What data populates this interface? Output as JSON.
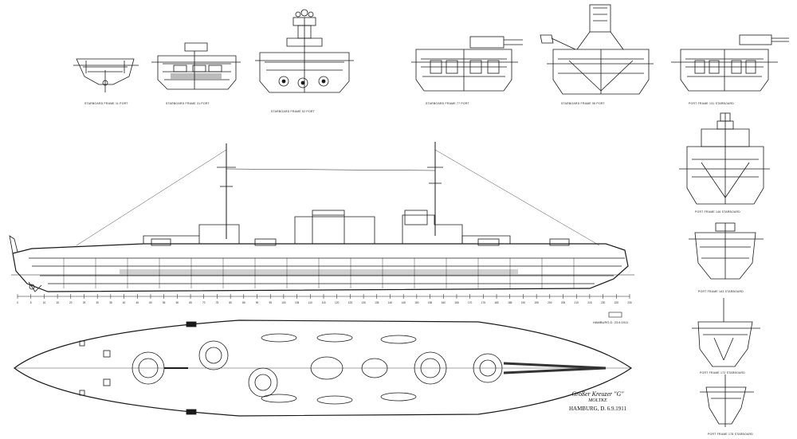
{
  "drawing": {
    "ship_type": "Großer Kreuzer \"G\"",
    "ship_name": "MOLTKE",
    "place_date": "HAMBURG, D. 6.9.1911",
    "registration": "HAMBURG D. 23.6.1911"
  },
  "sections_top": [
    {
      "side_left": "STARBOARD",
      "title": "FRAME 11",
      "side_right": "PORT"
    },
    {
      "side_left": "STARBOARD",
      "title": "FRAME 31",
      "side_right": "PORT"
    },
    {
      "side_left": "STARBOARD",
      "title": "FRAME 52",
      "side_right": "PORT"
    },
    {
      "side_left": "STARBOARD",
      "title": "FRAME 77",
      "side_right": "PORT"
    },
    {
      "side_left": "STARBOARD",
      "title": "FRAME 95",
      "side_right": "PORT"
    },
    {
      "side_left": "PORT",
      "title": "FRAME 131",
      "side_right": "STARBOARD"
    }
  ],
  "sections_right": [
    {
      "side_left": "PORT",
      "title": "FRAME 146",
      "side_right": "STARBOARD"
    },
    {
      "side_left": "PORT",
      "title": "FRAME 163",
      "side_right": "STARBOARD"
    },
    {
      "side_left": "PORT",
      "title": "FRAME 172",
      "side_right": "STARBOARD"
    },
    {
      "side_left": "PORT",
      "title": "FRAME 178",
      "side_right": "STARBOARD"
    }
  ],
  "frame_scale": {
    "labels": [
      "0",
      "5",
      "10",
      "15",
      "20",
      "25",
      "30",
      "35",
      "40",
      "45",
      "50",
      "55",
      "60",
      "65",
      "70",
      "75",
      "80",
      "85",
      "90",
      "95",
      "100",
      "105",
      "110",
      "115",
      "120",
      "125",
      "130",
      "135",
      "140",
      "145",
      "150",
      "155",
      "160",
      "165",
      "170",
      "175",
      "180",
      "185",
      "190",
      "195",
      "200",
      "205",
      "210",
      "215",
      "220",
      "225",
      "230"
    ]
  },
  "colors": {
    "ink": "#1a1a1a",
    "paper": "#ffffff",
    "dark": "#333333"
  }
}
